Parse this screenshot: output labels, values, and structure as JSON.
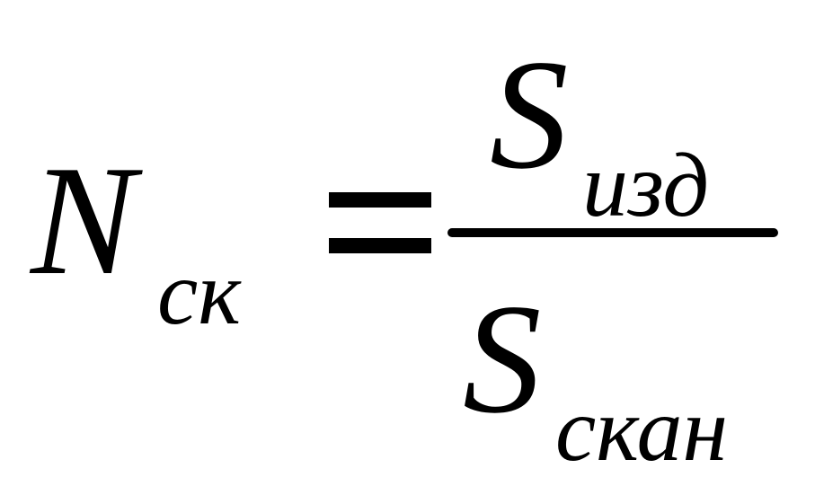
{
  "formula": {
    "lhs": {
      "symbol": "N",
      "subscript": "ск"
    },
    "operator": "=",
    "numerator": {
      "symbol": "S",
      "subscript": "изд"
    },
    "denominator": {
      "symbol": "S",
      "subscript": "скан"
    }
  },
  "colors": {
    "ink": "#000000",
    "background": "#ffffff"
  }
}
